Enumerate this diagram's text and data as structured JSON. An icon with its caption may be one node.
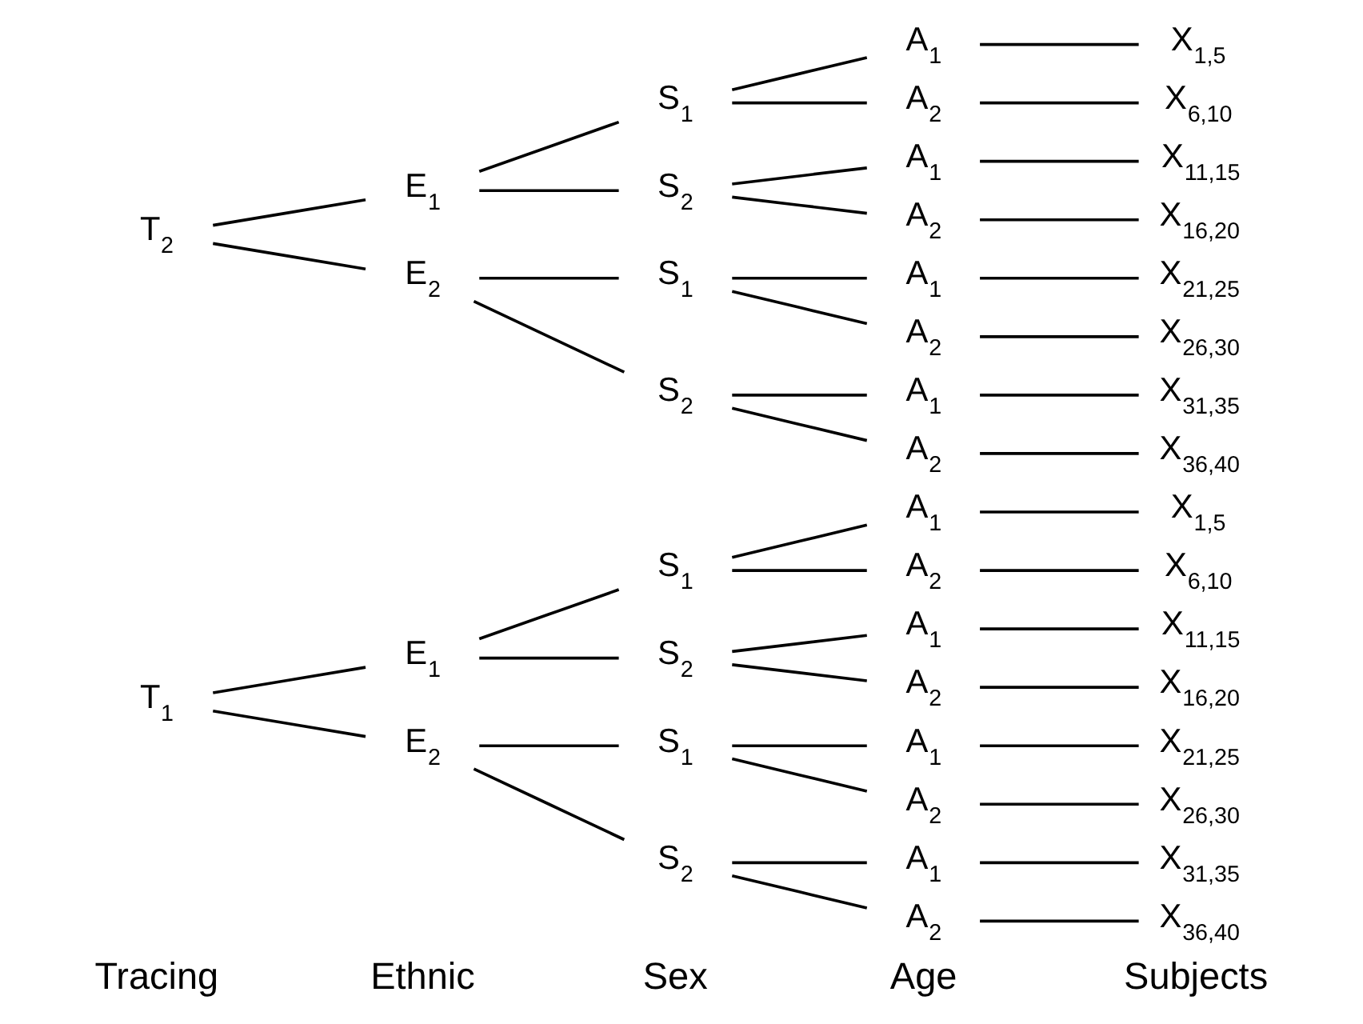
{
  "diagram": {
    "nodes": [
      {
        "text": [
          "T$_{1}$"
        ]
      },
      {
        "text": [
          "E$_{1}$"
        ]
      },
      {
        "text": [
          "S$_{1}$"
        ]
      },
      {
        "text": [
          "A$_{1}$"
        ]
      },
      {
        "text": [
          "X$_{1,5}$"
        ]
      },
      {
        "text": [
          "A$_{2}$"
        ]
      },
      {
        "text": [
          "X$_{6,10}$"
        ]
      },
      {
        "text": [
          "S$_{2}$"
        ]
      },
      {
        "text": [
          "A$_{1}$"
        ]
      },
      {
        "text": [
          "X$_{11,15}$"
        ]
      },
      {
        "text": [
          "A$_{2}$"
        ]
      },
      {
        "text": [
          "X$_{16,20}$"
        ]
      },
      {
        "text": [
          "E$_{2}$"
        ]
      },
      {
        "text": [
          "S$_{1}$"
        ]
      },
      {
        "text": [
          "A$_{1}$"
        ]
      },
      {
        "text": [
          "X$_{21,25}$"
        ]
      },
      {
        "text": [
          "A$_{2}$"
        ]
      },
      {
        "text": [
          "X$_{26,30}$"
        ]
      },
      {
        "text": [
          "S$_{2}$"
        ]
      },
      {
        "text": [
          "A$_{1}$"
        ]
      },
      {
        "text": [
          "X$_{31,35}$"
        ]
      },
      {
        "text": [
          "A$_{2}$"
        ]
      },
      {
        "text": [
          "X$_{36,40}$"
        ]
      },
      {
        "text": [
          "T$_{2}$"
        ]
      },
      {
        "text": [
          "E$_{1}$"
        ]
      },
      {
        "text": [
          "S$_{1}$"
        ]
      },
      {
        "text": [
          "A$_{1}$"
        ]
      },
      {
        "text": [
          "X$_{1,5}$"
        ]
      },
      {
        "text": [
          "A$_{2}$"
        ]
      },
      {
        "text": [
          "X$_{6,10}$"
        ]
      },
      {
        "text": [
          "S$_{2}$"
        ]
      },
      {
        "text": [
          "A$_{1}$"
        ]
      },
      {
        "text": [
          "X$_{11,15}$"
        ]
      },
      {
        "text": [
          "A$_{2}$"
        ]
      },
      {
        "text": [
          "X$_{16,20}$"
        ]
      },
      {
        "text": [
          "E$_{2}$"
        ]
      },
      {
        "text": [
          "S$_{1}$"
        ]
      },
      {
        "text": [
          "A$_{1}$"
        ]
      },
      {
        "text": [
          "X$_{21,25}$"
        ]
      },
      {
        "text": [
          "A$_{2}$"
        ]
      },
      {
        "text": [
          "X$_{26,30}$"
        ]
      },
      {
        "text": [
          "S$_{2}$"
        ]
      },
      {
        "text": [
          "A$_{1}$"
        ]
      },
      {
        "text": [
          "X$_{31,35}$"
        ]
      },
      {
        "text": [
          "A$_{2}$"
        ]
      },
      {
        "text": [
          "X$_{36,40}$"
        ]
      }
    ],
    "edges": [
      {
        "from": 0,
        "to": 1,
        "arrow": "none"
      },
      {
        "from": 1,
        "to": 2,
        "arrow": "none"
      },
      {
        "from": 2,
        "to": 3,
        "arrow": "none"
      },
      {
        "from": 3,
        "to": 4,
        "arrow": "none"
      },
      {
        "from": 2,
        "to": 5,
        "arrow": "none"
      },
      {
        "from": 5,
        "to": 6,
        "arrow": "none"
      },
      {
        "from": 1,
        "to": 7,
        "arrow": "none"
      },
      {
        "from": 7,
        "to": 8,
        "arrow": "none"
      },
      {
        "from": 8,
        "to": 9,
        "arrow": "none"
      },
      {
        "from": 7,
        "to": 10,
        "arrow": "none"
      },
      {
        "from": 10,
        "to": 11,
        "arrow": "none"
      },
      {
        "from": 0,
        "to": 12,
        "arrow": "none"
      },
      {
        "from": 12,
        "to": 13,
        "arrow": "none"
      },
      {
        "from": 13,
        "to": 14,
        "arrow": "none"
      },
      {
        "from": 14,
        "to": 15,
        "arrow": "none"
      },
      {
        "from": 13,
        "to": 16,
        "arrow": "none"
      },
      {
        "from": 16,
        "to": 17,
        "arrow": "none"
      },
      {
        "from": 12,
        "to": 18,
        "arrow": "none"
      },
      {
        "from": 18,
        "to": 19,
        "arrow": "none"
      },
      {
        "from": 19,
        "to": 20,
        "arrow": "none"
      },
      {
        "from": 18,
        "to": 21,
        "arrow": "none"
      },
      {
        "from": 21,
        "to": 22,
        "arrow": "none"
      },
      {
        "from": 23,
        "to": 24,
        "arrow": "none"
      },
      {
        "from": 24,
        "to": 25,
        "arrow": "none"
      },
      {
        "from": 25,
        "to": 26,
        "arrow": "none"
      },
      {
        "from": 26,
        "to": 27,
        "arrow": "none"
      },
      {
        "from": 25,
        "to": 28,
        "arrow": "none"
      },
      {
        "from": 28,
        "to": 29,
        "arrow": "none"
      },
      {
        "from": 24,
        "to": 30,
        "arrow": "none"
      },
      {
        "from": 30,
        "to": 31,
        "arrow": "none"
      },
      {
        "from": 31,
        "to": 32,
        "arrow": "none"
      },
      {
        "from": 30,
        "to": 33,
        "arrow": "none"
      },
      {
        "from": 33,
        "to": 34,
        "arrow": "none"
      },
      {
        "from": 23,
        "to": 35,
        "arrow": "none"
      },
      {
        "from": 35,
        "to": 36,
        "arrow": "none"
      },
      {
        "from": 36,
        "to": 37,
        "arrow": "none"
      },
      {
        "from": 37,
        "to": 38,
        "arrow": "none"
      },
      {
        "from": 36,
        "to": 39,
        "arrow": "none"
      },
      {
        "from": 39,
        "to": 40,
        "arrow": "none"
      },
      {
        "from": 35,
        "to": 41,
        "arrow": "none"
      },
      {
        "from": 41,
        "to": 42,
        "arrow": "none"
      },
      {
        "from": 42,
        "to": 43,
        "arrow": "none"
      },
      {
        "from": 41,
        "to": 44,
        "arrow": "none"
      },
      {
        "from": 44,
        "to": 45,
        "arrow": "none"
      }
    ],
    "labels": [
      "Tracing",
      "Ethnic",
      "Sex",
      "Age",
      "Subjects"
    ]
  }
}
